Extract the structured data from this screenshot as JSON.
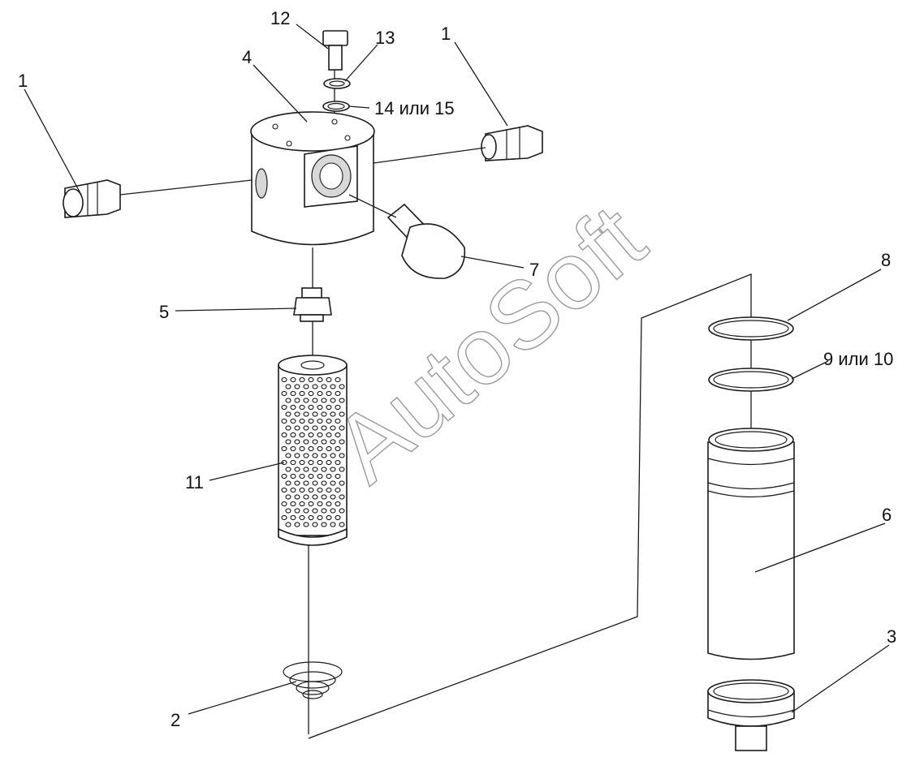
{
  "labels": {
    "l1_left": "1",
    "l1_right": "1",
    "l2": "2",
    "l3": "3",
    "l4": "4",
    "l5": "5",
    "l6": "6",
    "l7": "7",
    "l8": "8",
    "l9_10": "9 или 10",
    "l11": "11",
    "l12": "12",
    "l13": "13",
    "l14_15": "14 или 15"
  },
  "watermark": "AutoSoft",
  "colors": {
    "line": "#1a1a1a",
    "watermark": "#9a9a9a",
    "background": "#ffffff"
  }
}
